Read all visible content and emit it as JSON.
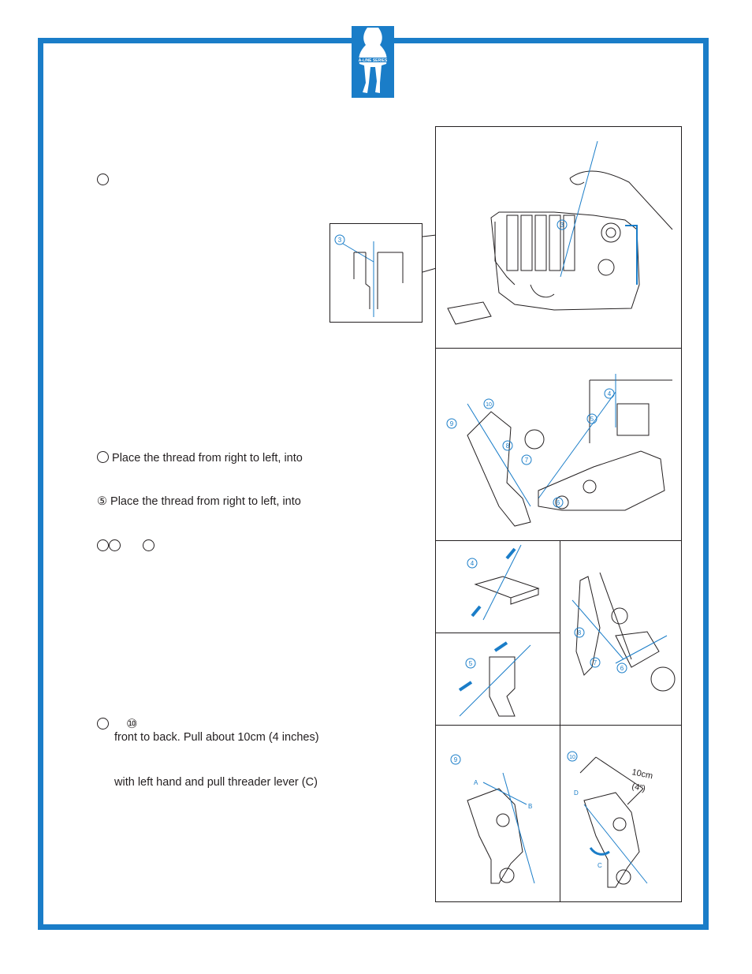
{
  "logo": {
    "text": "A-LINE SERIES"
  },
  "steps": {
    "step3": {
      "marker": ""
    },
    "step4": {
      "marker": "",
      "text": "Place the thread from right to left, into"
    },
    "step5": {
      "marker": "⑤",
      "text": "Place the thread from right to left, into"
    },
    "step678": {
      "marker_a": "",
      "marker_b": "",
      "marker_c": ""
    },
    "step910": {
      "marker_a": "",
      "marker_b": "⑩",
      "line1": "front to back. Pull about 10cm (4 inches)",
      "line2": "with left hand and pull threader lever (C)"
    }
  },
  "figures": {
    "fig1": {
      "callout": "3",
      "inset_callout": "3"
    },
    "fig2": {
      "c4": "4",
      "c5": "5",
      "c6": "6",
      "c7": "7",
      "c8": "8",
      "c9": "9",
      "c10": "10"
    },
    "fig3": {
      "c4": "4"
    },
    "fig4": {
      "c5": "5"
    },
    "fig5": {
      "c6": "6",
      "c7": "7",
      "c8": "8"
    },
    "fig6": {
      "c9": "9",
      "label_a": "A",
      "label_b": "B"
    },
    "fig7": {
      "c10": "10",
      "measure": "10cm",
      "measure_in": "(4\")",
      "label_c": "C",
      "label_d": "D"
    }
  },
  "colors": {
    "frame": "#1a7dc8",
    "accent": "#1a7dc8",
    "line": "#231f20"
  }
}
